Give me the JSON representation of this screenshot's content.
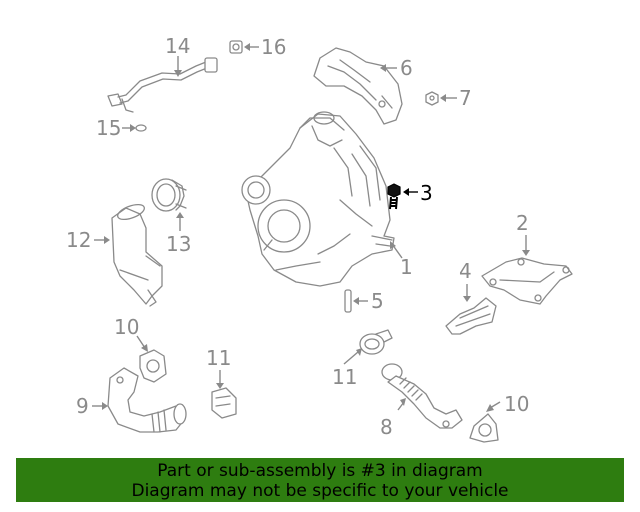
{
  "callouts": {
    "c1": "1",
    "c2": "2",
    "c3": "3",
    "c4": "4",
    "c5": "5",
    "c6": "6",
    "c7": "7",
    "c8": "8",
    "c9": "9",
    "c10a": "10",
    "c10b": "10",
    "c11a": "11",
    "c11b": "11",
    "c12": "12",
    "c13": "13",
    "c14": "14",
    "c15": "15",
    "c16": "16"
  },
  "highlighted_part": "3",
  "colors": {
    "part_stroke": "#8a8a8a",
    "highlight": "#000000",
    "banner": "#2e7d10"
  },
  "banner": {
    "line1": "Part or sub-assembly is #3 in diagram",
    "line2": "Diagram may not be specific to your vehicle"
  }
}
